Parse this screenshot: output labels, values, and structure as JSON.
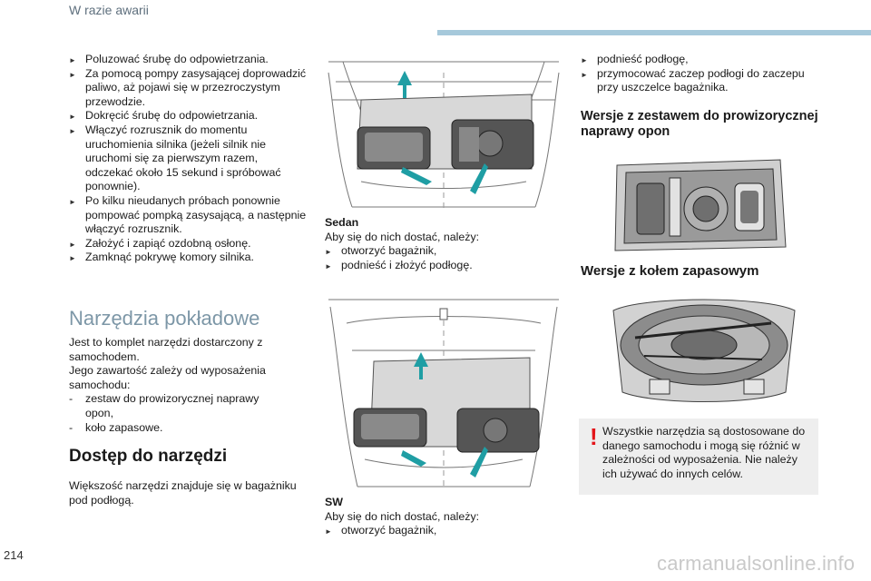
{
  "header": {
    "title": "W razie awarii"
  },
  "page_number": "214",
  "footer": {
    "link": "carmanualsonline.info"
  },
  "col1": {
    "steps": [
      "Poluzować śrubę do odpowietrzania.",
      "Za pomocą pompy zasysającej doprowadzić paliwo, aż pojawi się w przezroczystym przewodzie.",
      "Dokręcić śrubę do odpowietrzania.",
      "Włączyć rozrusznik do momentu uruchomienia silnika (jeżeli silnik nie uruchomi się za pierwszym razem, odczekać około 15 sekund i spróbować ponownie).",
      "Po kilku nieudanych próbach ponownie pompować pompką zasysającą, a następnie włączyć rozrusznik.",
      "Założyć i zapiąć ozdobną osłonę.",
      "Zamknąć pokrywę komory silnika."
    ],
    "section_title": "Narzędzia pokładowe",
    "intro_line1": "Jest to komplet narzędzi dostarczony z samochodem.",
    "intro_line2": "Jego zawartość zależy od wyposażenia samochodu:",
    "options": [
      "zestaw do prowizorycznej naprawy opon,",
      "koło zapasowe."
    ],
    "access_title": "Dostęp do narzędzi",
    "access_text": "Większość narzędzi znajduje się w bagażniku pod podłogą."
  },
  "col2": {
    "sedan": {
      "title": "Sedan",
      "lead": "Aby się do nich dostać, należy:",
      "steps": [
        "otworzyć bagażnik,",
        "podnieść i złożyć podłogę."
      ]
    },
    "sw": {
      "title": "SW",
      "lead": "Aby się do nich dostać, należy:",
      "steps": [
        "otworzyć bagażnik,"
      ]
    }
  },
  "col3": {
    "steps": [
      "podnieść podłogę,",
      "przymocować zaczep podłogi do zaczepu przy uszczelce bagażnika."
    ],
    "kit_title": "Wersje z zestawem do prowizorycznej naprawy opon",
    "spare_title": "Wersje z kołem zapasowym",
    "warning_mark": "!",
    "warning_text": "Wszystkie narzędzia są dostosowane do danego samochodu i mogą się różnić w zależności od wyposażenia. Nie należy ich używać do innych celów."
  },
  "colors": {
    "accent_bar": "#a6c9db",
    "heading_light": "#7d97a7",
    "warning": "#e3151a",
    "arrow": "#1f9ea4"
  }
}
